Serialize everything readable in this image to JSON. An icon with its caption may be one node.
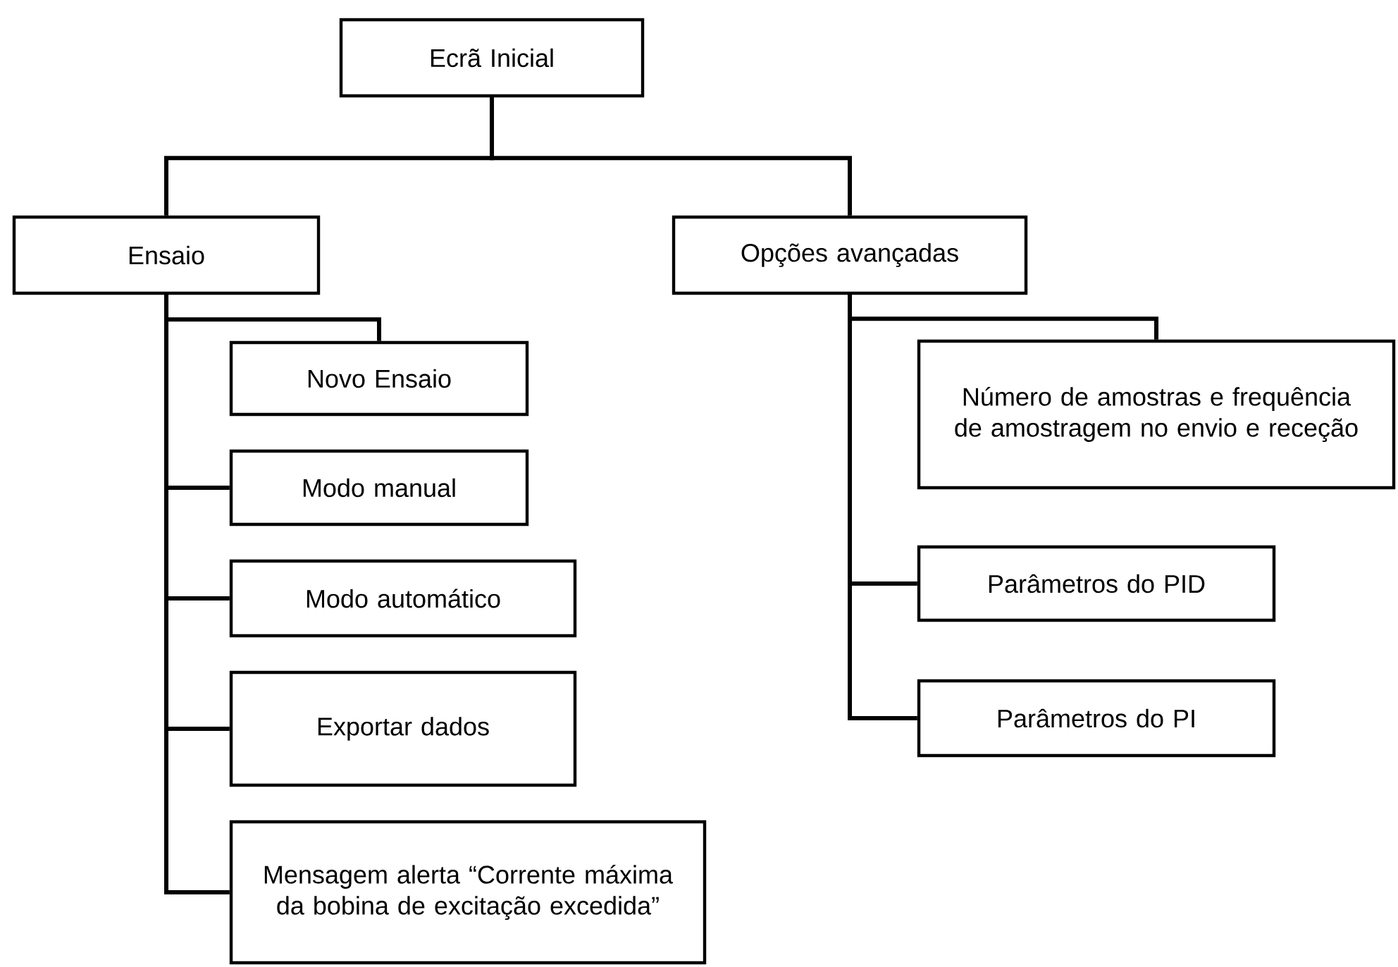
{
  "diagram": {
    "nodes": [
      {
        "text": [
          "Ecrã Inicial"
        ]
      },
      {
        "text": [
          "Ensaio"
        ]
      },
      {
        "text": [
          "Opções avançadas"
        ]
      },
      {
        "text": [
          "Novo Ensaio"
        ]
      },
      {
        "text": [
          "Modo manual"
        ]
      },
      {
        "text": [
          "Modo automático"
        ]
      },
      {
        "text": [
          "Exportar dados"
        ]
      },
      {
        "text": [
          "Mensagem alerta “Corrente máxima da bobina de excitação excedida”"
        ]
      },
      {
        "text": [
          "Número de amostras e frequência de amostragem no envio e receção"
        ]
      },
      {
        "text": [
          "Parâmetros do PID"
        ]
      },
      {
        "text": [
          "Parâmetros do PI"
        ]
      }
    ],
    "edges": [
      {
        "from": 0,
        "to": 1,
        "arrow": "none"
      },
      {
        "from": 0,
        "to": 2,
        "arrow": "none"
      },
      {
        "from": 1,
        "to": 3,
        "arrow": "none"
      },
      {
        "from": 1,
        "to": 4,
        "arrow": "none"
      },
      {
        "from": 1,
        "to": 5,
        "arrow": "none"
      },
      {
        "from": 1,
        "to": 6,
        "arrow": "none"
      },
      {
        "from": 1,
        "to": 7,
        "arrow": "none"
      },
      {
        "from": 2,
        "to": 8,
        "arrow": "none"
      },
      {
        "from": 2,
        "to": 9,
        "arrow": "none"
      },
      {
        "from": 2,
        "to": 10,
        "arrow": "none"
      }
    ]
  }
}
